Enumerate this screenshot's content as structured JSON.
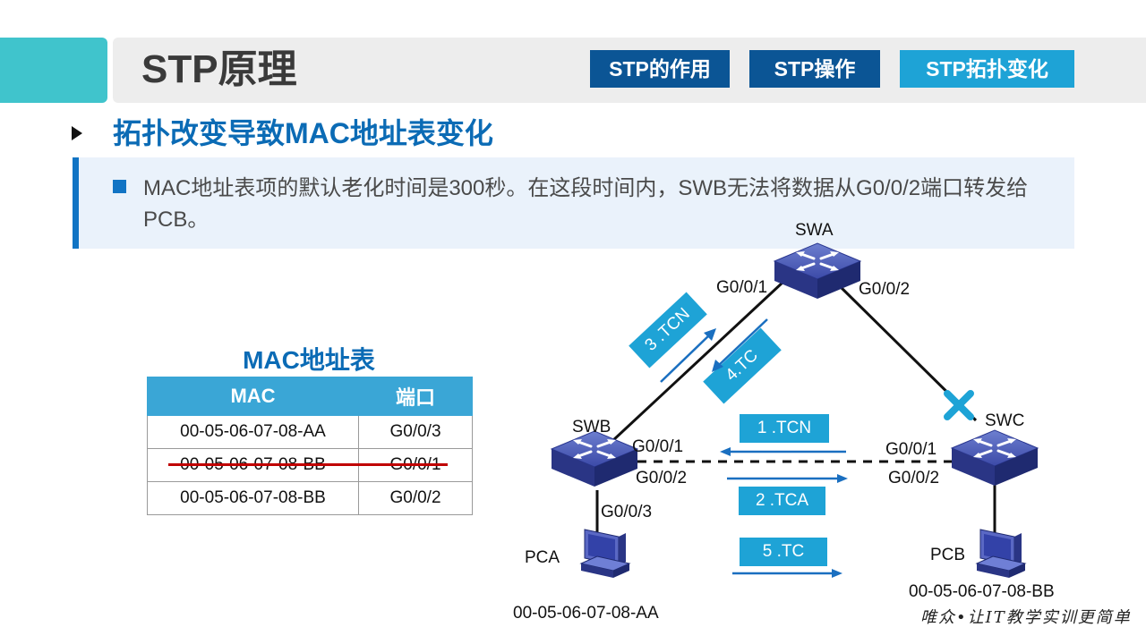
{
  "header": {
    "title": "STP原理",
    "tabs": [
      {
        "label": "STP的作用",
        "color": "#0b5595"
      },
      {
        "label": "STP操作",
        "color": "#0b5595"
      },
      {
        "label": "STP拓扑变化",
        "color": "#1ea3d6"
      }
    ]
  },
  "section": {
    "subtitle": "拓扑改变导致MAC地址表变化",
    "note": "MAC地址表项的默认老化时间是300秒。在这段时间内，SWB无法将数据从G0/0/2端口转发给PCB。"
  },
  "mac_table": {
    "title": "MAC地址表",
    "headers": [
      "MAC",
      "端口"
    ],
    "rows": [
      {
        "mac": "00-05-06-07-08-AA",
        "port": "G0/0/3",
        "struck": false
      },
      {
        "mac": "00-05-06-07-08-BB",
        "port": "G0/0/1",
        "struck": true
      },
      {
        "mac": "00-05-06-07-08-BB",
        "port": "G0/0/2",
        "struck": false
      }
    ]
  },
  "topology": {
    "switches": {
      "swa": "SWA",
      "swb": "SWB",
      "swc": "SWC"
    },
    "ports": {
      "swa_left": "G0/0/1",
      "swa_right": "G0/0/2",
      "swb_top": "G0/0/1",
      "swb_right": "G0/0/2",
      "swb_bottom": "G0/0/3",
      "swc_left": "G0/0/1",
      "swc_bottom": "G0/0/2"
    },
    "hosts": {
      "pca": {
        "name": "PCA",
        "mac": "00-05-06-07-08-AA"
      },
      "pcb": {
        "name": "PCB",
        "mac": "00-05-06-07-08-BB"
      }
    },
    "messages": [
      "1 .TCN",
      "2 .TCA",
      "3 .TCN",
      "4.TC",
      "5 .TC"
    ],
    "blocked_icon": "x-block-icon"
  },
  "footer": "唯众•让IT教学实训更简单",
  "colors": {
    "accent": "#1174c4",
    "teal": "#40c4cc",
    "strike": "#c00000"
  }
}
